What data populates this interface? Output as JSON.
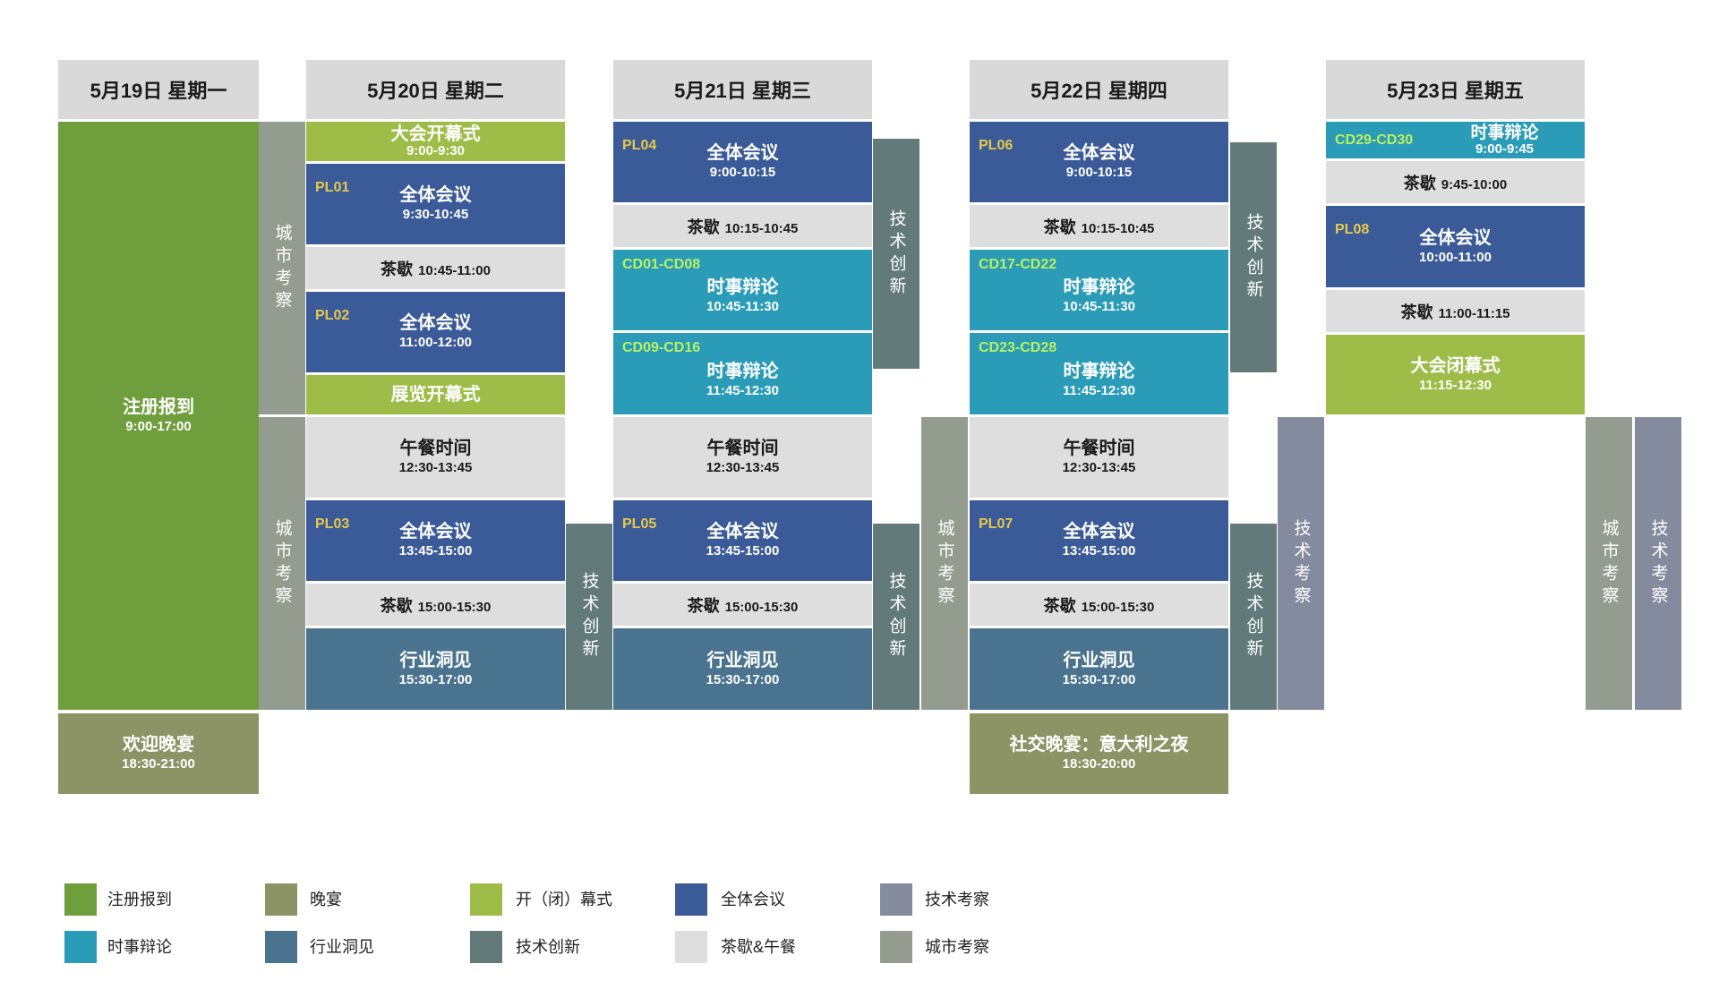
{
  "days": [
    {
      "header": "5月19日  星期一"
    },
    {
      "header": "5月20日  星期二"
    },
    {
      "header": "5月21日  星期三"
    },
    {
      "header": "5月22日  星期四"
    },
    {
      "header": "5月23日  星期五"
    }
  ],
  "mon": {
    "registration": {
      "title": "注册报到",
      "time": "9:00-17:00"
    },
    "welcome": {
      "title": "欢迎晚宴",
      "time": "18:30-21:00"
    }
  },
  "tue": {
    "opening": {
      "title": "大会开幕式",
      "time": "9:00-9:30"
    },
    "pl01": {
      "code": "PL01",
      "title": "全体会议",
      "time": "9:30-10:45"
    },
    "tea1": {
      "title": "茶歇",
      "time": "10:45-11:00"
    },
    "pl02": {
      "code": "PL02",
      "title": "全体会议",
      "time": "11:00-12:00"
    },
    "expo": {
      "title": "展览开幕式"
    },
    "lunch": {
      "title": "午餐时间",
      "time": "12:30-13:45"
    },
    "pl03": {
      "code": "PL03",
      "title": "全体会议",
      "time": "13:45-15:00"
    },
    "tea2": {
      "title": "茶歇",
      "time": "15:00-15:30"
    },
    "insight": {
      "title": "行业洞见",
      "time": "15:30-17:00"
    },
    "city_am": "城市考察",
    "city_pm": "城市考察",
    "tech_pm": "技术创新"
  },
  "wed": {
    "pl04": {
      "code": "PL04",
      "title": "全体会议",
      "time": "9:00-10:15"
    },
    "tea1": {
      "title": "茶歇",
      "time": "10:15-10:45"
    },
    "cd1": {
      "code": "CD01-CD08",
      "title": "时事辩论",
      "time": "10:45-11:30"
    },
    "cd2": {
      "code": "CD09-CD16",
      "title": "时事辩论",
      "time": "11:45-12:30"
    },
    "lunch": {
      "title": "午餐时间",
      "time": "12:30-13:45"
    },
    "pl05": {
      "code": "PL05",
      "title": "全体会议",
      "time": "13:45-15:00"
    },
    "tea2": {
      "title": "茶歇",
      "time": "15:00-15:30"
    },
    "insight": {
      "title": "行业洞见",
      "time": "15:30-17:00"
    },
    "tech_am": "技术创新",
    "tech_pm": "技术创新",
    "city_pm": "城市考察"
  },
  "thu": {
    "pl06": {
      "code": "PL06",
      "title": "全体会议",
      "time": "9:00-10:15"
    },
    "tea1": {
      "title": "茶歇",
      "time": "10:15-10:45"
    },
    "cd1": {
      "code": "CD17-CD22",
      "title": "时事辩论",
      "time": "10:45-11:30"
    },
    "cd2": {
      "code": "CD23-CD28",
      "title": "时事辩论",
      "time": "11:45-12:30"
    },
    "lunch": {
      "title": "午餐时间",
      "time": "12:30-13:45"
    },
    "pl07": {
      "code": "PL07",
      "title": "全体会议",
      "time": "13:45-15:00"
    },
    "tea2": {
      "title": "茶歇",
      "time": "15:00-15:30"
    },
    "insight": {
      "title": "行业洞见",
      "time": "15:30-17:00"
    },
    "gala": {
      "title": "社交晚宴：意大利之夜",
      "time": "18:30-20:00"
    },
    "tech_am": "技术创新",
    "tech_pm": "技术创新",
    "tour_pm": "技术考察"
  },
  "fri": {
    "cd": {
      "code": "CD29-CD30",
      "title": "时事辩论",
      "time": "9:00-9:45"
    },
    "tea1": {
      "title": "茶歇",
      "time": "9:45-10:00"
    },
    "pl08": {
      "code": "PL08",
      "title": "全体会议",
      "time": "10:00-11:00"
    },
    "tea2": {
      "title": "茶歇",
      "time": "11:00-11:15"
    },
    "closing": {
      "title": "大会闭幕式",
      "time": "11:15-12:30"
    },
    "city_pm": "城市考察",
    "tour_pm": "技术考察"
  },
  "legend": [
    {
      "label": "注册报到",
      "color": "#6f9e3c"
    },
    {
      "label": "晚宴",
      "color": "#8c9466"
    },
    {
      "label": "开（闭）幕式",
      "color": "#9dbd48"
    },
    {
      "label": "全体会议",
      "color": "#3b5b98"
    },
    {
      "label": "技术考察",
      "color": "#858b9e"
    },
    {
      "label": "时事辩论",
      "color": "#2b9cb8"
    },
    {
      "label": "行业洞见",
      "color": "#4a7390"
    },
    {
      "label": "技术创新",
      "color": "#637a7a"
    },
    {
      "label": "茶歇&午餐",
      "color": "#dedede"
    },
    {
      "label": "城市考察",
      "color": "#949c90"
    }
  ]
}
